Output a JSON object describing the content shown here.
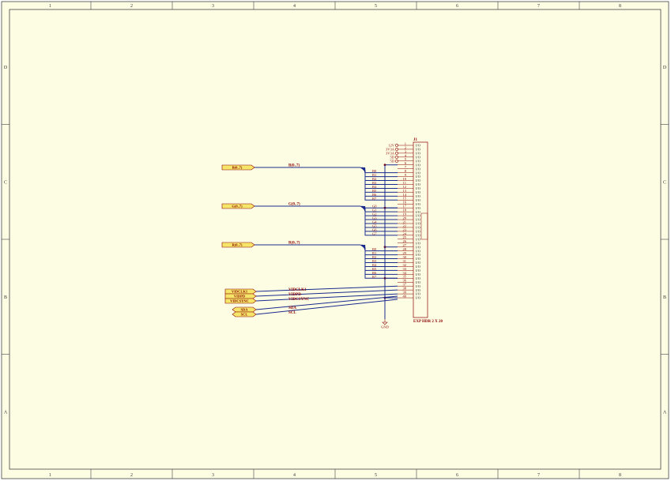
{
  "frame": {
    "col_labels": [
      "1",
      "2",
      "3",
      "4",
      "5",
      "6",
      "7",
      "8"
    ],
    "row_labels": [
      "D",
      "C",
      "B",
      "A"
    ]
  },
  "ports": {
    "b": "B(0..7)",
    "g": "G(0..7)",
    "r": "R(0..7)",
    "vidclk1": "VIDCLK1",
    "vidpd": "VIDPD",
    "vidcsync": "VIDCSYNC",
    "sda": "SDA",
    "scl": "SCL"
  },
  "nets": {
    "b": "B(0..7)",
    "g": "G(0..7)",
    "r": "R(0..7)",
    "vidclk1": "VIDCLK1",
    "vidpd": "VIDPD",
    "vidcsync": "VIDCSYNC",
    "sda": "SDA",
    "scl": "SCL"
  },
  "power": {
    "labels": [
      "12V",
      "3V3A",
      "3V3A",
      "5D",
      "5D"
    ],
    "gnd": "GND"
  },
  "connector": {
    "ref": "J1",
    "name": "EXP HDR 2 X 20",
    "pin_type": "I/O",
    "pins": [
      "1",
      "2",
      "3",
      "4",
      "5",
      "6",
      "7",
      "8",
      "9",
      "10",
      "11",
      "12",
      "13",
      "14",
      "15",
      "16",
      "17",
      "18",
      "19",
      "20",
      "21",
      "22",
      "23",
      "24",
      "25",
      "26",
      "27",
      "28",
      "29",
      "30",
      "31",
      "32",
      "33",
      "34",
      "35",
      "36",
      "37",
      "38",
      "39",
      "40"
    ],
    "b_bits": [
      "B0",
      "B1",
      "B2",
      "B3",
      "B4",
      "B5",
      "B6",
      "B7"
    ],
    "g_bits": [
      "G0",
      "G1",
      "G2",
      "G3",
      "G4",
      "G5",
      "G6",
      "G7"
    ],
    "r_bits": [
      "R0",
      "R1",
      "R2",
      "R3",
      "R4",
      "R5",
      "R6",
      "R7"
    ]
  }
}
